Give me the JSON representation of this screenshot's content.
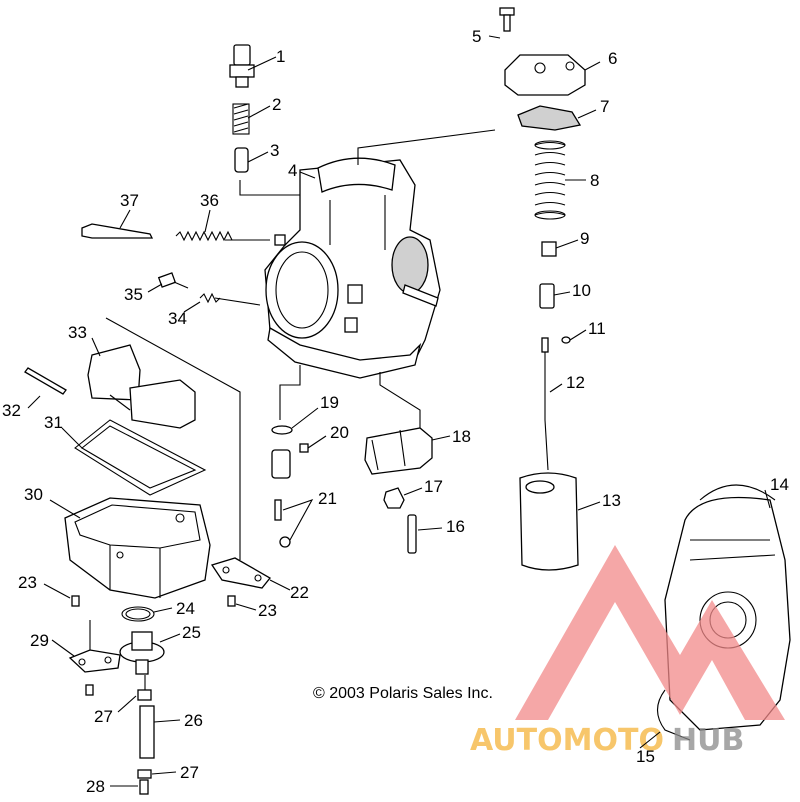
{
  "copyright": "© 2003 Polaris Sales Inc.",
  "watermark": {
    "text_a": "AUTOMOTO",
    "text_b": "HUB",
    "color_a": "#f5b43a",
    "color_b": "#8a8a8a",
    "logo_color": "#f28a8a"
  },
  "callouts": [
    "1",
    "2",
    "3",
    "4",
    "5",
    "6",
    "7",
    "8",
    "9",
    "10",
    "11",
    "12",
    "13",
    "14",
    "15",
    "16",
    "17",
    "18",
    "19",
    "20",
    "21",
    "22",
    "23",
    "23",
    "24",
    "25",
    "26",
    "27",
    "27",
    "28",
    "29",
    "30",
    "31",
    "32",
    "33",
    "34",
    "35",
    "36",
    "37"
  ]
}
